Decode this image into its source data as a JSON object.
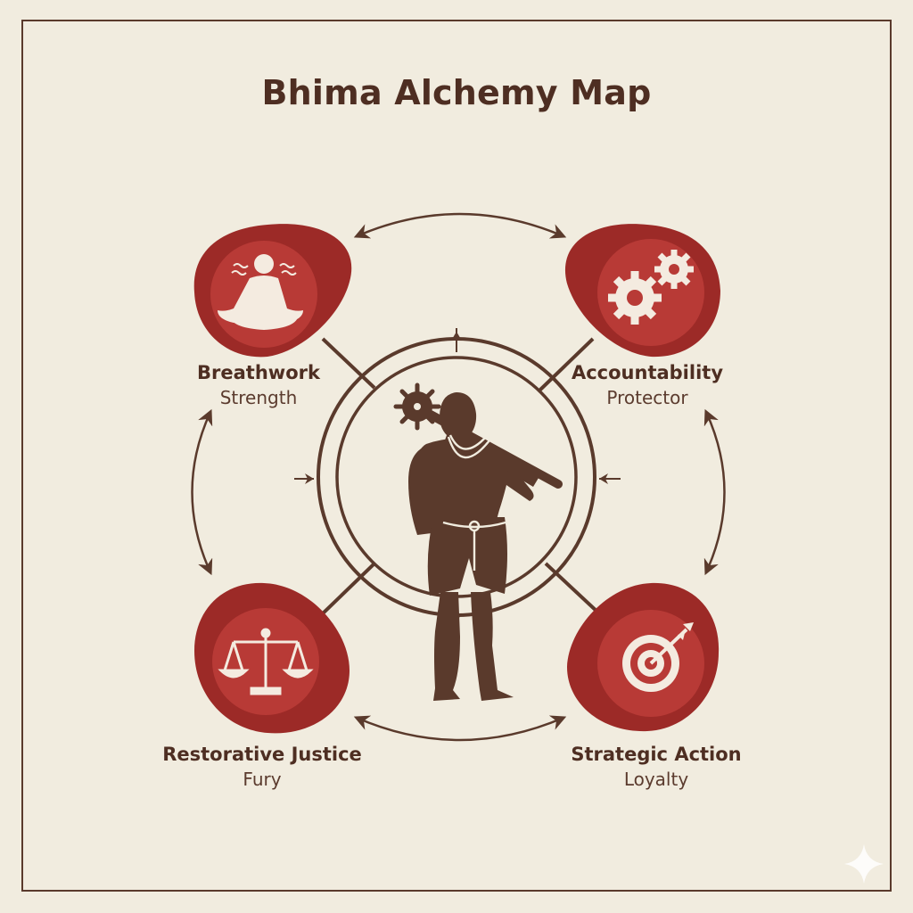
{
  "title": "Bhima Alchemy Map",
  "center": {
    "figure": "bhima-warrior-icon"
  },
  "nodes": [
    {
      "id": "breathwork",
      "name": "Breathwork",
      "trait": "Strength",
      "icon": "meditation-icon"
    },
    {
      "id": "accountability",
      "name": "Accountability",
      "trait": "Protector",
      "icon": "gears-icon"
    },
    {
      "id": "restorative-justice",
      "name": "Restorative Justice",
      "trait": "Fury",
      "icon": "scales-icon"
    },
    {
      "id": "strategic-action",
      "name": "Strategic Action",
      "trait": "Loyalty",
      "icon": "target-icon"
    }
  ],
  "colors": {
    "background": "#f1ecdf",
    "dark_brown": "#5a3a2c",
    "node_red": "#9c2a27",
    "node_inner": "#b83a36",
    "text": "#4e2e22"
  }
}
